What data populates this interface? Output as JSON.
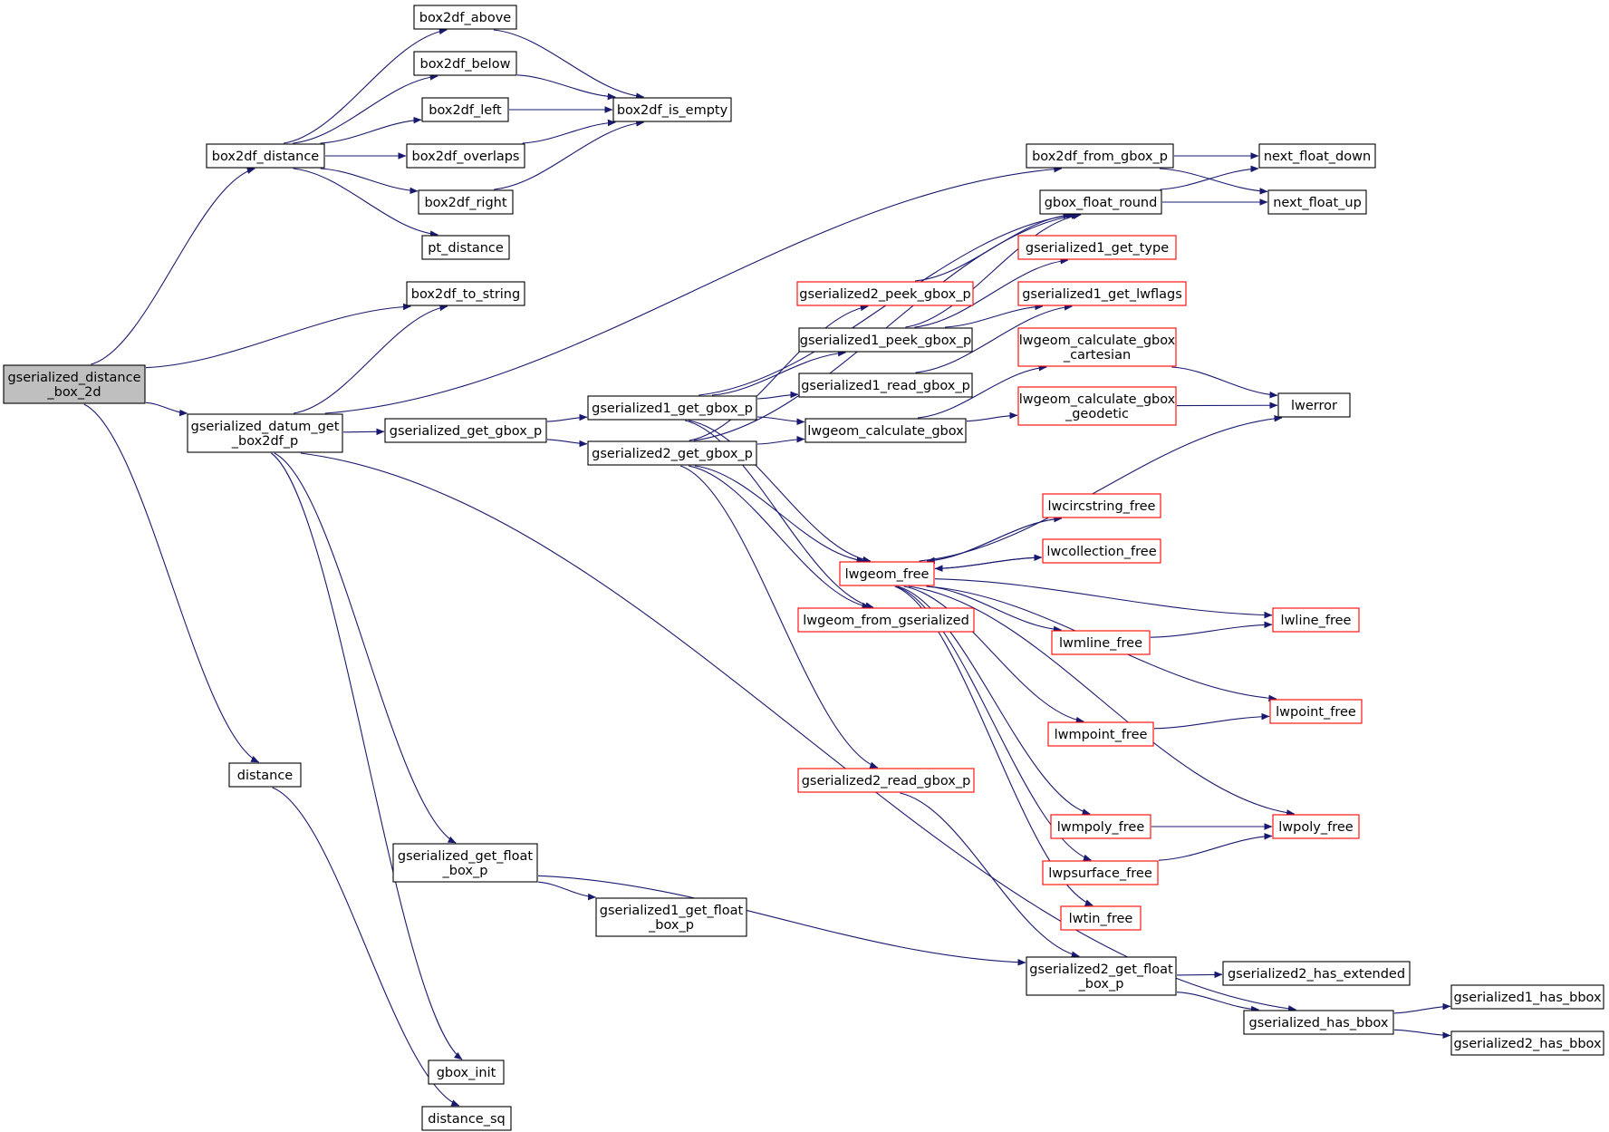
{
  "colors": {
    "edge": "#191970",
    "node_border_normal": "#000000",
    "node_border_truncated": "#ff0000",
    "root_fill": "#bfbfbf",
    "node_fill": "#ffffff"
  },
  "nodes": [
    {
      "id": "gsdb2d",
      "lines": [
        "gserialized_distance",
        "_box_2d"
      ],
      "style": "root"
    },
    {
      "id": "b2ddist",
      "lines": [
        "box2df_distance"
      ],
      "style": "normal"
    },
    {
      "id": "b2dabove",
      "lines": [
        "box2df_above"
      ],
      "style": "normal"
    },
    {
      "id": "b2dbelow",
      "lines": [
        "box2df_below"
      ],
      "style": "normal"
    },
    {
      "id": "b2dleft",
      "lines": [
        "box2df_left"
      ],
      "style": "normal"
    },
    {
      "id": "b2doverlaps",
      "lines": [
        "box2df_overlaps"
      ],
      "style": "normal"
    },
    {
      "id": "b2dright",
      "lines": [
        "box2df_right"
      ],
      "style": "normal"
    },
    {
      "id": "ptdist",
      "lines": [
        "pt_distance"
      ],
      "style": "normal"
    },
    {
      "id": "b2dempty",
      "lines": [
        "box2df_is_empty"
      ],
      "style": "normal"
    },
    {
      "id": "b2dstr",
      "lines": [
        "box2df_to_string"
      ],
      "style": "normal"
    },
    {
      "id": "gsdatum",
      "lines": [
        "gserialized_datum_get",
        "_box2df_p"
      ],
      "style": "normal"
    },
    {
      "id": "distance",
      "lines": [
        "distance"
      ],
      "style": "normal"
    },
    {
      "id": "gsgetgbox",
      "lines": [
        "gserialized_get_gbox_p"
      ],
      "style": "normal"
    },
    {
      "id": "gs1getgbox",
      "lines": [
        "gserialized1_get_gbox_p"
      ],
      "style": "normal"
    },
    {
      "id": "gs2getgbox",
      "lines": [
        "gserialized2_get_gbox_p"
      ],
      "style": "normal"
    },
    {
      "id": "b2dfromgbox",
      "lines": [
        "box2df_from_gbox_p"
      ],
      "style": "normal"
    },
    {
      "id": "gboxround",
      "lines": [
        "gbox_float_round"
      ],
      "style": "normal"
    },
    {
      "id": "nextdown",
      "lines": [
        "next_float_down"
      ],
      "style": "normal"
    },
    {
      "id": "nextup",
      "lines": [
        "next_float_up"
      ],
      "style": "normal"
    },
    {
      "id": "gs1type",
      "lines": [
        "gserialized1_get_type"
      ],
      "style": "truncated"
    },
    {
      "id": "gs2peek",
      "lines": [
        "gserialized2_peek_gbox_p"
      ],
      "style": "truncated"
    },
    {
      "id": "gs1lwflags",
      "lines": [
        "gserialized1_get_lwflags"
      ],
      "style": "truncated"
    },
    {
      "id": "gs1peek",
      "lines": [
        "gserialized1_peek_gbox_p"
      ],
      "style": "normal"
    },
    {
      "id": "lwcalccart",
      "lines": [
        "lwgeom_calculate_gbox",
        "_cartesian"
      ],
      "style": "truncated"
    },
    {
      "id": "gs1read",
      "lines": [
        "gserialized1_read_gbox_p"
      ],
      "style": "normal"
    },
    {
      "id": "lwcalc",
      "lines": [
        "lwgeom_calculate_gbox"
      ],
      "style": "normal"
    },
    {
      "id": "lwcalcgeo",
      "lines": [
        "lwgeom_calculate_gbox",
        "_geodetic"
      ],
      "style": "truncated"
    },
    {
      "id": "lwerror",
      "lines": [
        "lwerror"
      ],
      "style": "normal"
    },
    {
      "id": "lwcircfree",
      "lines": [
        "lwcircstring_free"
      ],
      "style": "truncated"
    },
    {
      "id": "lwcollfree",
      "lines": [
        "lwcollection_free"
      ],
      "style": "truncated"
    },
    {
      "id": "lwgeomfree",
      "lines": [
        "lwgeom_free"
      ],
      "style": "truncated"
    },
    {
      "id": "lwfromgs",
      "lines": [
        "lwgeom_from_gserialized"
      ],
      "style": "truncated"
    },
    {
      "id": "lwlinefree",
      "lines": [
        "lwline_free"
      ],
      "style": "truncated"
    },
    {
      "id": "lwmlinefree",
      "lines": [
        "lwmline_free"
      ],
      "style": "truncated"
    },
    {
      "id": "lwpointfree",
      "lines": [
        "lwpoint_free"
      ],
      "style": "truncated"
    },
    {
      "id": "lwmpointfree",
      "lines": [
        "lwmpoint_free"
      ],
      "style": "truncated"
    },
    {
      "id": "gs2read",
      "lines": [
        "gserialized2_read_gbox_p"
      ],
      "style": "truncated"
    },
    {
      "id": "lwmpolyfree",
      "lines": [
        "lwmpoly_free"
      ],
      "style": "truncated"
    },
    {
      "id": "lwpolyfree",
      "lines": [
        "lwpoly_free"
      ],
      "style": "truncated"
    },
    {
      "id": "lwpsurffree",
      "lines": [
        "lwpsurface_free"
      ],
      "style": "truncated"
    },
    {
      "id": "gsgetfloat",
      "lines": [
        "gserialized_get_float",
        "_box_p"
      ],
      "style": "normal"
    },
    {
      "id": "gs1getfloat",
      "lines": [
        "gserialized1_get_float",
        "_box_p"
      ],
      "style": "normal"
    },
    {
      "id": "lwtinfree",
      "lines": [
        "lwtin_free"
      ],
      "style": "truncated"
    },
    {
      "id": "gs2getfloat",
      "lines": [
        "gserialized2_get_float",
        "_box_p"
      ],
      "style": "normal"
    },
    {
      "id": "gs2ext",
      "lines": [
        "gserialized2_has_extended"
      ],
      "style": "normal"
    },
    {
      "id": "gshasbbox",
      "lines": [
        "gserialized_has_bbox"
      ],
      "style": "normal"
    },
    {
      "id": "gs1hasbbox",
      "lines": [
        "gserialized1_has_bbox"
      ],
      "style": "normal"
    },
    {
      "id": "gs2hasbbox",
      "lines": [
        "gserialized2_has_bbox"
      ],
      "style": "normal"
    },
    {
      "id": "gboxinit",
      "lines": [
        "gbox_init"
      ],
      "style": "normal"
    },
    {
      "id": "distsq",
      "lines": [
        "distance_sq"
      ],
      "style": "normal"
    }
  ],
  "edges": [
    [
      "gsdb2d",
      "b2ddist"
    ],
    [
      "gsdb2d",
      "b2dstr"
    ],
    [
      "gsdb2d",
      "gsdatum"
    ],
    [
      "gsdb2d",
      "distance"
    ],
    [
      "b2ddist",
      "b2dabove"
    ],
    [
      "b2ddist",
      "b2dbelow"
    ],
    [
      "b2ddist",
      "b2dleft"
    ],
    [
      "b2ddist",
      "b2doverlaps"
    ],
    [
      "b2ddist",
      "b2dright"
    ],
    [
      "b2ddist",
      "ptdist"
    ],
    [
      "b2dabove",
      "b2dempty"
    ],
    [
      "b2dbelow",
      "b2dempty"
    ],
    [
      "b2dleft",
      "b2dempty"
    ],
    [
      "b2doverlaps",
      "b2dempty"
    ],
    [
      "b2dright",
      "b2dempty"
    ],
    [
      "gsdatum",
      "b2dstr"
    ],
    [
      "gsdatum",
      "b2dfromgbox"
    ],
    [
      "gsdatum",
      "gsgetgbox"
    ],
    [
      "gsdatum",
      "gsgetfloat"
    ],
    [
      "gsdatum",
      "gshasbbox"
    ],
    [
      "gsdatum",
      "gboxinit"
    ],
    [
      "distance",
      "distsq"
    ],
    [
      "gsgetgbox",
      "gs1getgbox"
    ],
    [
      "gsgetgbox",
      "gs2getgbox"
    ],
    [
      "gs1getgbox",
      "gboxround"
    ],
    [
      "gs1getgbox",
      "gs1peek"
    ],
    [
      "gs1getgbox",
      "gs1read"
    ],
    [
      "gs1getgbox",
      "lwcalc"
    ],
    [
      "gs1getgbox",
      "lwgeomfree"
    ],
    [
      "gs1getgbox",
      "lwfromgs"
    ],
    [
      "gs2getgbox",
      "gboxround"
    ],
    [
      "gs2getgbox",
      "gs2peek"
    ],
    [
      "gs2getgbox",
      "lwcalc"
    ],
    [
      "gs2getgbox",
      "lwgeomfree"
    ],
    [
      "gs2getgbox",
      "lwfromgs"
    ],
    [
      "gs2getgbox",
      "gs2read"
    ],
    [
      "b2dfromgbox",
      "nextdown"
    ],
    [
      "b2dfromgbox",
      "nextup"
    ],
    [
      "gboxround",
      "nextdown"
    ],
    [
      "gboxround",
      "nextup"
    ],
    [
      "gs2peek",
      "gboxround"
    ],
    [
      "gs1peek",
      "gboxround"
    ],
    [
      "gs1peek",
      "gs1type"
    ],
    [
      "gs1peek",
      "gs1lwflags"
    ],
    [
      "gs1read",
      "gs1lwflags"
    ],
    [
      "lwcalc",
      "lwcalccart"
    ],
    [
      "lwcalc",
      "lwcalcgeo"
    ],
    [
      "lwcalccart",
      "lwerror"
    ],
    [
      "lwcalcgeo",
      "lwerror"
    ],
    [
      "lwgeomfree",
      "lwerror"
    ],
    [
      "lwgeomfree",
      "lwcircfree"
    ],
    [
      "lwgeomfree",
      "lwcollfree"
    ],
    [
      "lwgeomfree",
      "lwlinefree"
    ],
    [
      "lwgeomfree",
      "lwmlinefree"
    ],
    [
      "lwgeomfree",
      "lwpointfree"
    ],
    [
      "lwgeomfree",
      "lwmpointfree"
    ],
    [
      "lwgeomfree",
      "lwpolyfree"
    ],
    [
      "lwgeomfree",
      "lwmpolyfree"
    ],
    [
      "lwgeomfree",
      "lwpsurffree"
    ],
    [
      "lwgeomfree",
      "lwtinfree"
    ],
    [
      "lwcircfree",
      "lwgeomfree"
    ],
    [
      "lwcollfree",
      "lwgeomfree"
    ],
    [
      "lwmlinefree",
      "lwlinefree"
    ],
    [
      "lwmpointfree",
      "lwpointfree"
    ],
    [
      "lwmpolyfree",
      "lwpolyfree"
    ],
    [
      "lwpsurffree",
      "lwpolyfree"
    ],
    [
      "gs2read",
      "gs2getfloat"
    ],
    [
      "gsgetfloat",
      "gs1getfloat"
    ],
    [
      "gsgetfloat",
      "gs2getfloat"
    ],
    [
      "gs2getfloat",
      "gs2ext"
    ],
    [
      "gs2getfloat",
      "gshasbbox"
    ],
    [
      "gshasbbox",
      "gs1hasbbox"
    ],
    [
      "gshasbbox",
      "gs2hasbbox"
    ]
  ]
}
